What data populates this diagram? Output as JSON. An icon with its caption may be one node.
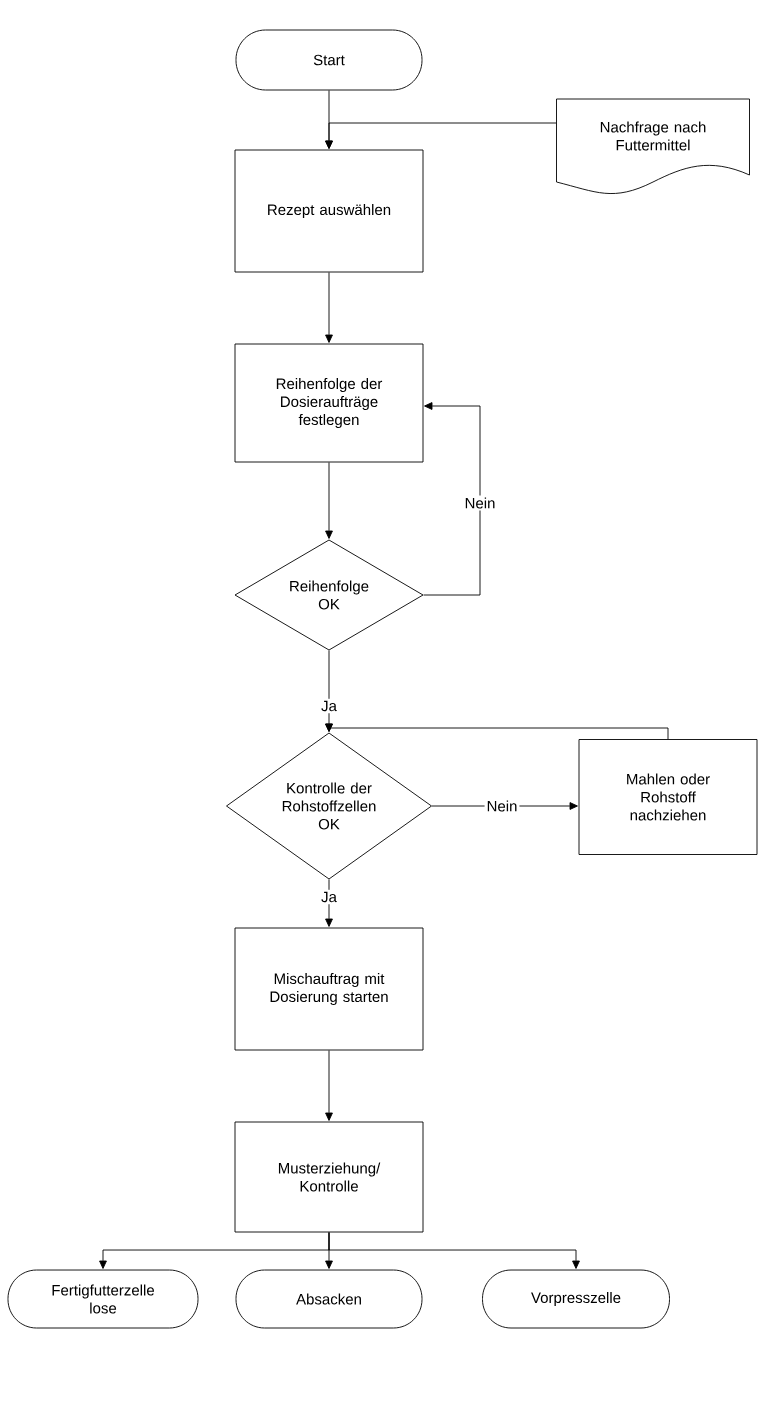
{
  "diagram": {
    "nodes": [
      {
        "text": [
          "Start"
        ]
      },
      {
        "text": [
          "Nachfrage nach Futtermittel"
        ]
      },
      {
        "text": [
          "Rezept auswählen"
        ]
      },
      {
        "text": [
          "Reihenfolge der Dosieraufträge festlegen"
        ]
      },
      {
        "text": [
          "Reihenfolge OK"
        ]
      },
      {
        "text": [
          "Kontrolle der Rohstoffzellen OK"
        ]
      },
      {
        "text": [
          "Mahlen oder Rohstoff nachziehen"
        ]
      },
      {
        "text": [
          "Mischauftrag mit Dosierung starten"
        ]
      },
      {
        "text": [
          "Musterziehung/ Kontrolle"
        ]
      },
      {
        "text": [
          "Fertigfutterzelle lose"
        ]
      },
      {
        "text": [
          "Absacken"
        ]
      },
      {
        "text": [
          "Vorpresszelle"
        ]
      }
    ],
    "edges": [
      {
        "from": 0,
        "to": 2,
        "arrow": "to"
      },
      {
        "from": 1,
        "to": 2,
        "arrow": "to"
      },
      {
        "from": 2,
        "to": 3,
        "arrow": "to"
      },
      {
        "from": 3,
        "to": 4,
        "arrow": "to"
      },
      {
        "from": 4,
        "to": 3,
        "arrow": "to",
        "label": "Nein"
      },
      {
        "from": 4,
        "to": 5,
        "arrow": "to",
        "label": "Ja"
      },
      {
        "from": 5,
        "to": 6,
        "arrow": "to",
        "label": "Nein"
      },
      {
        "from": 6,
        "to": 5,
        "arrow": "to"
      },
      {
        "from": 5,
        "to": 7,
        "arrow": "to",
        "label": "Ja"
      },
      {
        "from": 7,
        "to": 8,
        "arrow": "to"
      },
      {
        "from": 8,
        "to": 9,
        "arrow": "to"
      },
      {
        "from": 8,
        "to": 10,
        "arrow": "to"
      },
      {
        "from": 8,
        "to": 11,
        "arrow": "to"
      }
    ]
  }
}
